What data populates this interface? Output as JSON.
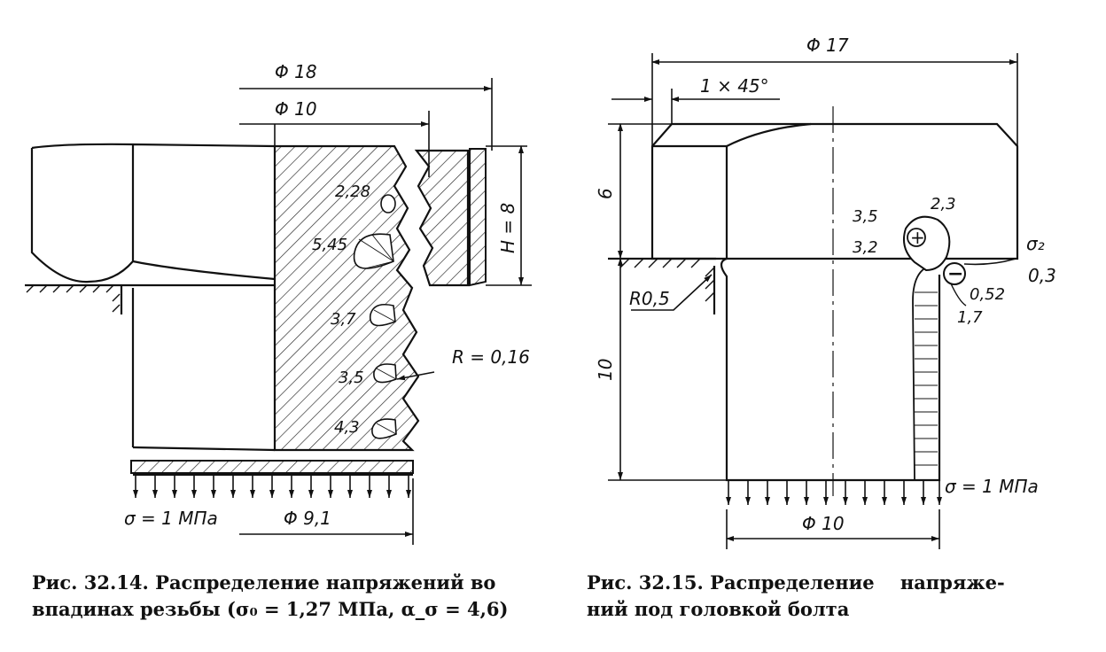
{
  "figure1": {
    "dims": {
      "phi18": "Φ 18",
      "phi10": "Φ 10",
      "h8": "H = 8",
      "phi91": "Φ 9,1",
      "radius": "R = 0,16",
      "sigma": "σ = 1 МПа"
    },
    "stress_values": [
      "2,28",
      "5,45",
      "3,7",
      "3,5",
      "4,3"
    ],
    "caption_line1": "Рис. 32.14. Распределение напряжений во",
    "caption_line2": "впадинах резьбы (σ₀ = 1,27 МПа, α_σ = 4,6)"
  },
  "figure2": {
    "dims": {
      "phi17": "Φ 17",
      "chamfer": "1 × 45°",
      "height6": "6",
      "height10": "10",
      "radius": "R0,5",
      "phi10": "Φ 10",
      "sigma": "σ = 1 МПа"
    },
    "stress_values": {
      "v35": "3,5",
      "v32": "3,2",
      "v23": "2,3",
      "sigma2": "σ₂",
      "v03": "0,3",
      "v052": "0,52",
      "v17": "1,7"
    },
    "signs": {
      "plus": "+",
      "minus": "−"
    },
    "caption_line1": "Рис. 32.15. Распределение    напряже-",
    "caption_line2": "ний под головкой болта"
  }
}
